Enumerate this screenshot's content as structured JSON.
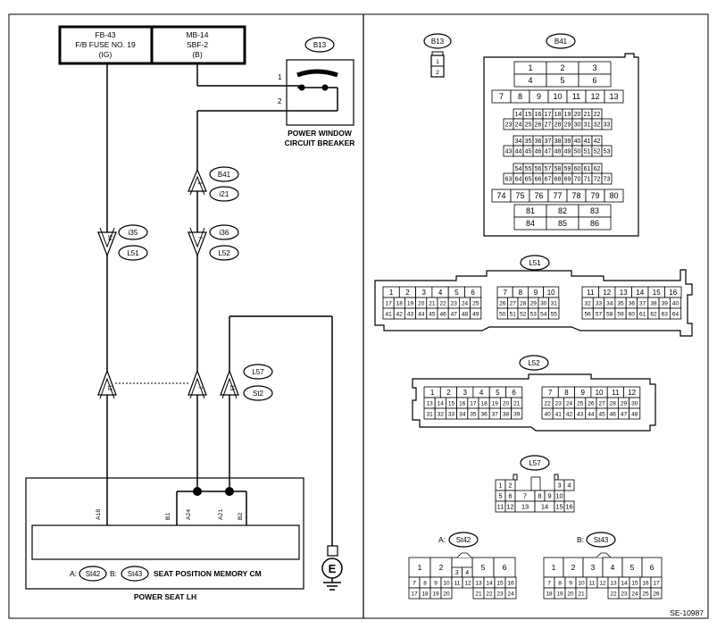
{
  "fuse_left": {
    "line1": "FB-43",
    "line2": "F/B FUSE NO. 19",
    "line3": "(IG)"
  },
  "fuse_right": {
    "line1": "MB-14",
    "line2": "SBF-2",
    "line3": "(B)"
  },
  "breaker": {
    "tag": "B13",
    "label_line1": "POWER WINDOW",
    "label_line2": "CIRCUIT BREAKER",
    "pin_top": "1",
    "pin_bottom": "2"
  },
  "conn_b41_i21": {
    "tag_top": "B41",
    "tag_bottom": "i21",
    "pin": "1"
  },
  "conn_i35_l51": {
    "tag_top": "i35",
    "tag_bottom": "L51",
    "pin": "54"
  },
  "conn_i36_l52": {
    "tag_top": "i36",
    "tag_bottom": "L52",
    "pin": "7"
  },
  "conn_l57_st2": {
    "tag_top": "L57",
    "tag_bottom": "St2",
    "pins": [
      "12",
      "7",
      "13"
    ]
  },
  "module": {
    "pins": [
      "A18",
      "B1",
      "A24",
      "A21",
      "B2"
    ],
    "legend_a_prefix": "A:",
    "legend_a": "St42",
    "legend_b_prefix": "B:",
    "legend_b": "St43",
    "name": "SEAT POSITION MEMORY CM",
    "footer": "POWER SEAT LH"
  },
  "ground": {
    "symbol": "E"
  },
  "views": {
    "b13": {
      "tag": "B13",
      "pins": [
        "1",
        "2"
      ]
    },
    "b41": {
      "tag": "B41",
      "rows": [
        [
          "1",
          "2",
          "3"
        ],
        [
          "4",
          "5",
          "6"
        ],
        [
          "7",
          "8",
          "9",
          "10",
          "11",
          "12",
          "13"
        ],
        [
          "14",
          "15",
          "16",
          "17",
          "18",
          "19",
          "20",
          "21",
          "22"
        ],
        [
          "23",
          "24",
          "25",
          "26",
          "27",
          "28",
          "29",
          "30",
          "31",
          "32",
          "33"
        ],
        [
          "34",
          "35",
          "36",
          "37",
          "38",
          "39",
          "40",
          "41",
          "42"
        ],
        [
          "43",
          "44",
          "45",
          "46",
          "47",
          "48",
          "49",
          "50",
          "51",
          "52",
          "53"
        ],
        [
          "54",
          "55",
          "56",
          "57",
          "58",
          "59",
          "60",
          "61",
          "62"
        ],
        [
          "63",
          "64",
          "65",
          "66",
          "67",
          "68",
          "69",
          "70",
          "71",
          "72",
          "73"
        ],
        [
          "74",
          "75",
          "76",
          "77",
          "78",
          "79",
          "80"
        ],
        [
          "81",
          "82",
          "83"
        ],
        [
          "84",
          "85",
          "86"
        ]
      ]
    },
    "l51": {
      "tag": "L51",
      "g1": [
        [
          "1",
          "2",
          "3",
          "4",
          "5",
          "6"
        ],
        [
          "17",
          "18",
          "19",
          "20",
          "21",
          "22",
          "23",
          "24",
          "25"
        ],
        [
          "41",
          "42",
          "43",
          "44",
          "45",
          "46",
          "47",
          "48",
          "49"
        ]
      ],
      "g2": [
        [
          "7",
          "8",
          "9",
          "10"
        ],
        [
          "26",
          "27",
          "28",
          "29",
          "30",
          "31"
        ],
        [
          "50",
          "51",
          "52",
          "53",
          "54",
          "55"
        ]
      ],
      "g3": [
        [
          "11",
          "12",
          "13",
          "14",
          "15",
          "16"
        ],
        [
          "32",
          "33",
          "34",
          "35",
          "36",
          "37",
          "38",
          "39",
          "40"
        ],
        [
          "56",
          "57",
          "58",
          "59",
          "60",
          "61",
          "62",
          "63",
          "64"
        ]
      ]
    },
    "l52": {
      "tag": "L52",
      "g1": [
        [
          "1",
          "2",
          "3",
          "4",
          "5",
          "6"
        ],
        [
          "13",
          "14",
          "15",
          "16",
          "17",
          "18",
          "19",
          "20",
          "21"
        ],
        [
          "31",
          "32",
          "33",
          "34",
          "35",
          "36",
          "37",
          "38",
          "39"
        ]
      ],
      "g2": [
        [
          "7",
          "8",
          "9",
          "10",
          "11",
          "12"
        ],
        [
          "22",
          "23",
          "24",
          "25",
          "26",
          "27",
          "28",
          "29",
          "30"
        ],
        [
          "40",
          "41",
          "42",
          "43",
          "44",
          "45",
          "46",
          "47",
          "48"
        ]
      ]
    },
    "l57": {
      "tag": "L57",
      "r1": [
        "1",
        "2",
        "3",
        "4"
      ],
      "r2": [
        "5",
        "6",
        "7",
        "8",
        "9",
        "10"
      ],
      "r3": [
        "11",
        "12",
        "13",
        "14",
        "15",
        "16"
      ]
    },
    "st42": {
      "prefix": "A:",
      "tag": "St42",
      "top": [
        "1",
        "2",
        "3",
        "4",
        "5",
        "6"
      ],
      "r2": [
        "7",
        "8",
        "9",
        "10",
        "11",
        "12",
        "13",
        "14",
        "15",
        "16"
      ],
      "r3": [
        "17",
        "18",
        "19",
        "20",
        "21",
        "22",
        "23",
        "24"
      ]
    },
    "st43": {
      "prefix": "B:",
      "tag": "St43",
      "top": [
        "1",
        "2",
        "3",
        "4",
        "5",
        "6"
      ],
      "r2": [
        "7",
        "8",
        "9",
        "10",
        "11",
        "12",
        "13",
        "14",
        "15",
        "16",
        "17"
      ],
      "r3": [
        "18",
        "19",
        "20",
        "21",
        "22",
        "23",
        "24",
        "25",
        "26"
      ]
    }
  },
  "figure_id": "SE-10987"
}
